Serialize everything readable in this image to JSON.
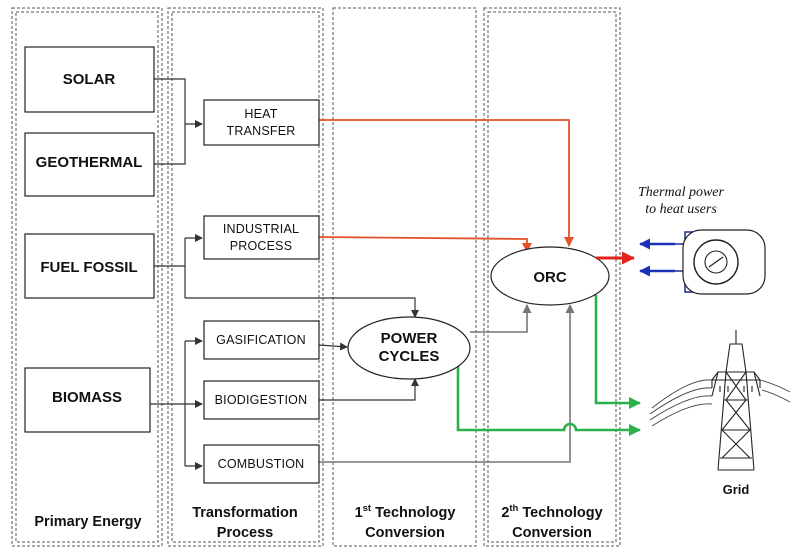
{
  "columns": {
    "primary": "Primary Energy",
    "transformation": [
      "Transformation",
      "Process"
    ],
    "first": [
      "1",
      "st",
      " Technology",
      "Conversion"
    ],
    "second": [
      "2",
      "th",
      " Technology",
      "Conversion"
    ]
  },
  "sources": {
    "solar": "SOLAR",
    "geothermal": "GEOTHERMAL",
    "fossil": "FUEL FOSSIL",
    "biomass": "BIOMASS"
  },
  "processes": {
    "heat_transfer": [
      "HEAT",
      "TRANSFER"
    ],
    "industrial": [
      "INDUSTRIAL",
      "PROCESS"
    ],
    "gasification": "GASIFICATION",
    "biodigestion": "BIODIGESTION",
    "combustion": "COMBUSTION"
  },
  "converters": {
    "power_cycles": [
      "POWER",
      "CYCLES"
    ],
    "orc": "ORC"
  },
  "outputs": {
    "thermal_label": [
      "Thermal power",
      "to heat users"
    ],
    "grid": "Grid"
  },
  "colors": {
    "heat_flow": "#e2532c",
    "electric_flow": "#2cb04a",
    "thermal_out": "#e3231c",
    "return_flow": "#1b32b7"
  }
}
